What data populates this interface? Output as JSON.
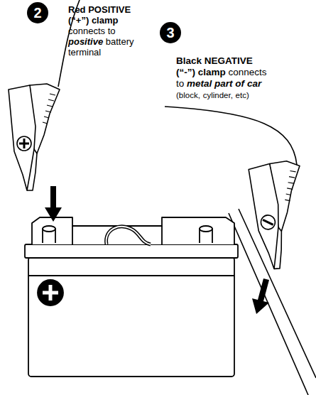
{
  "diagram": {
    "labels": [
      "2",
      "Red POSITIVE (“+”) clamp connects to positive battery terminal",
      "3",
      "Black NEGATIVE (“-”) clamp connects to metal part of car (block, cylinder, etc)"
    ]
  }
}
